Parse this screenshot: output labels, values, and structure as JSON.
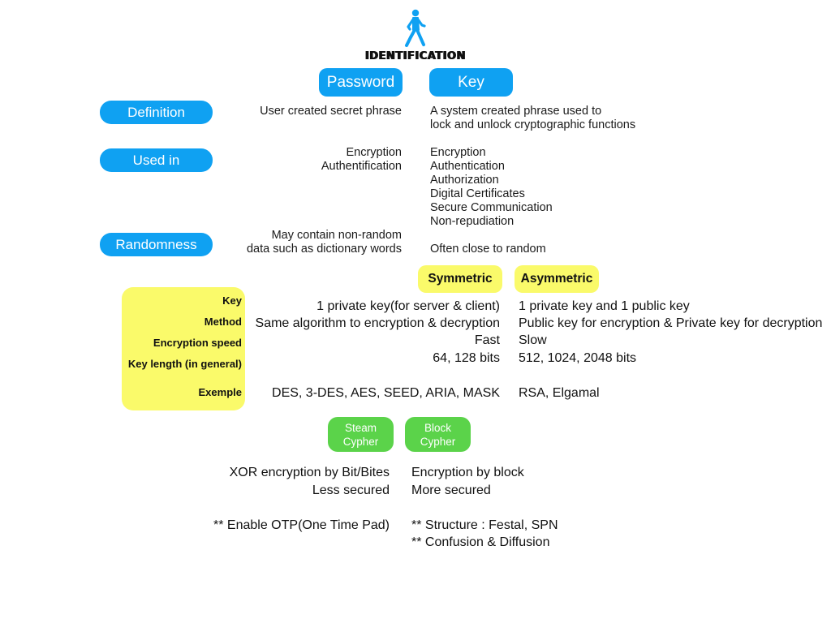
{
  "title": "IDENTIFICATION",
  "colors": {
    "blue": "#0fa1f2",
    "yellow": "#fafa6a",
    "green": "#5bd34a"
  },
  "icon": "walking-person-icon",
  "headers": {
    "password": "Password",
    "key": "Key"
  },
  "rows": {
    "definition": {
      "label": "Definition",
      "password": "User created secret phrase",
      "key": "A system created phrase used to\nlock and unlock cryptographic functions"
    },
    "used_in": {
      "label": "Used in",
      "password": "Encryption\nAuthentification",
      "key": "Encryption\nAuthentication\nAuthorization\nDigital Certificates\nSecure Communication\nNon-repudiation"
    },
    "randomness": {
      "label": "Randomness",
      "password": "May contain non-random\ndata such as dictionary words",
      "key": "Often close to random"
    }
  },
  "crypto": {
    "headers": {
      "symmetric": "Symmetric",
      "asymmetric": "Asymmetric"
    },
    "labels": {
      "key": "Key",
      "method": "Method",
      "speed": "Encryption speed",
      "length": "Key length (in general)",
      "example": "Exemple"
    },
    "symmetric": {
      "key": "1 private key(for server & client)",
      "method": "Same algorithm to encryption & decryption",
      "speed": "Fast",
      "length": "64, 128 bits",
      "example": "DES, 3-DES, AES, SEED, ARIA, MASK"
    },
    "asymmetric": {
      "key": "1 private key and 1 public key",
      "method": "Public key for encryption & Private key for decryption",
      "speed": "Slow",
      "length": "512, 1024, 2048 bits",
      "example": "RSA, Elgamal"
    }
  },
  "cypher": {
    "stream": {
      "label": "Steam\nCypher",
      "line1": "XOR encryption by Bit/Bites",
      "line2": "Less secured",
      "note": "** Enable OTP(One Time Pad)"
    },
    "block": {
      "label": "Block\nCypher",
      "line1": "Encryption by block",
      "line2": "More secured",
      "note1": "** Structure : Festal, SPN",
      "note2": "** Confusion & Diffusion"
    }
  }
}
